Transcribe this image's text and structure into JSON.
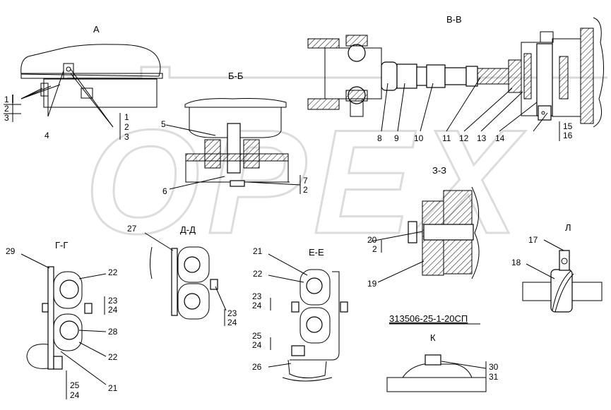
{
  "views": {
    "A": "А",
    "BB": "Б-Б",
    "VV": "В-В",
    "ZZ": "З-З",
    "GG": "Г-Г",
    "DD": "Д-Д",
    "EE": "Е-Е",
    "L": "Л",
    "K": "К"
  },
  "doc_number": "313506-25-1-20СП",
  "watermark": "OPEX",
  "callouts": {
    "a_left": [
      "1",
      "2",
      "3"
    ],
    "a_right": [
      "1",
      "2",
      "3"
    ],
    "a_4": "4",
    "bb_5": "5",
    "bb_6": "6",
    "bb_72": [
      "7",
      "2"
    ],
    "vv": [
      "8",
      "9",
      "10",
      "11",
      "12",
      "13",
      "14"
    ],
    "vv_1516": [
      "15",
      "16"
    ],
    "zz_202": [
      "20",
      "2"
    ],
    "zz_19": "19",
    "gg_29": "29",
    "gg_22a": "22",
    "gg_2324": [
      "23",
      "24"
    ],
    "gg_28": "28",
    "gg_22b": "22",
    "gg_2524": [
      "25",
      "24"
    ],
    "gg_21": "21",
    "dd_27": "27",
    "dd_2324": [
      "23",
      "24"
    ],
    "ee_21": "21",
    "ee_22": "22",
    "ee_2324": [
      "23",
      "24"
    ],
    "ee_2524": [
      "25",
      "24"
    ],
    "ee_26": "26",
    "l_17": "17",
    "l_18": "18",
    "k_3031": [
      "30",
      "31"
    ]
  }
}
